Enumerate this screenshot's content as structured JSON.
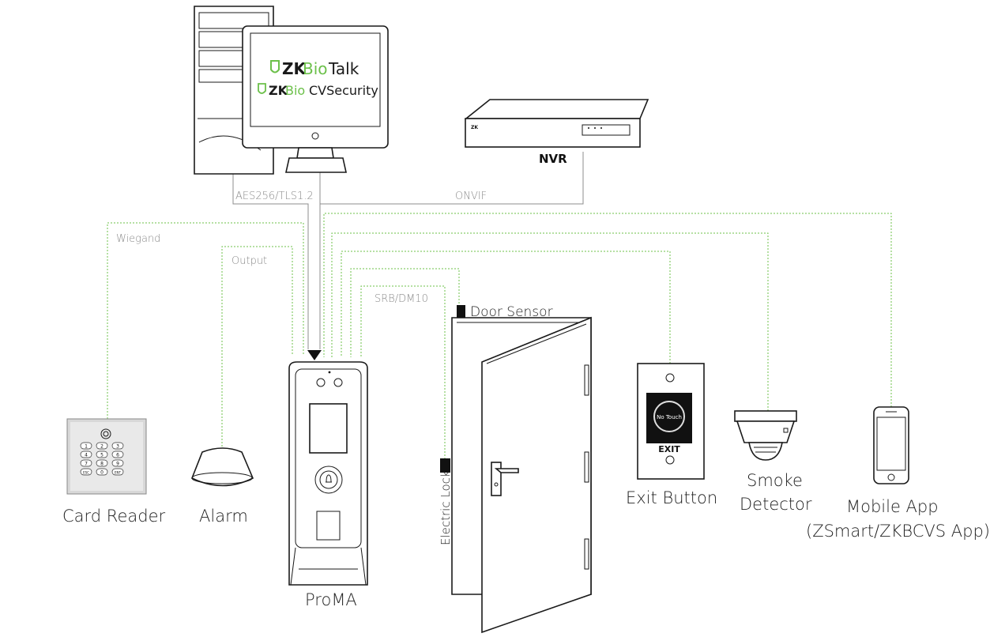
{
  "software": {
    "line1_brand_zk": "ZK",
    "line1_brand_bio": "Bio",
    "line1_suffix": "Talk",
    "line2_brand_zk": "ZK",
    "line2_brand_bio": "Bio",
    "line2_suffix": "CVSecurity"
  },
  "nvr": {
    "label": "NVR"
  },
  "connections": {
    "aes": "AES256/TLS1.2",
    "onvif": "ONVIF",
    "wiegand": "Wiegand",
    "output": "Output",
    "srb": "SRB/DM10"
  },
  "door": {
    "sensor_label": "Door Sensor",
    "lock_label": "Electric Lock"
  },
  "exit_button": {
    "face_text": "No Touch",
    "exit_text": "EXIT",
    "label": "Exit Button"
  },
  "devices": {
    "card_reader": "Card Reader",
    "alarm": "Alarm",
    "proma": "ProMA",
    "smoke_line1": "Smoke",
    "smoke_line2": "Detector",
    "mobile_line1": "Mobile App",
    "mobile_line2": "(ZSmart/ZKBCVS App)"
  },
  "keypad": [
    "1",
    "2",
    "3",
    "4",
    "5",
    "6",
    "7",
    "8",
    "9",
    "ESC",
    "0",
    "ENT"
  ],
  "colors": {
    "brand_green": "#6cc04a",
    "line_green": "#6cc04a",
    "line_grey": "#8c8c8c",
    "outline": "#1a1a1a"
  }
}
